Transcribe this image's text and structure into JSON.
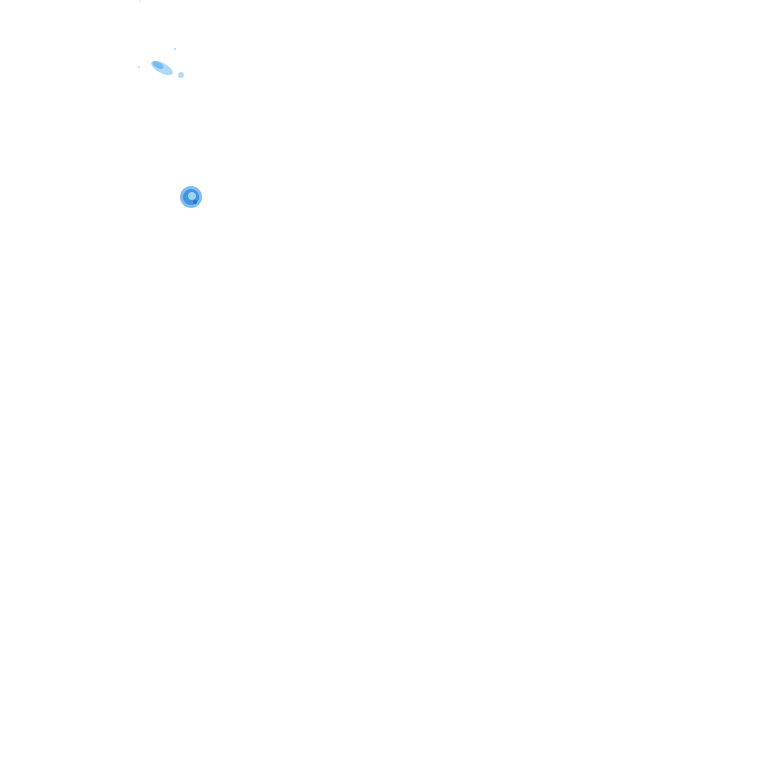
{
  "map": {
    "layer": "precipitation-radar-overlay",
    "background_color": "#ffffff",
    "palette": {
      "light": "#a8d4f8",
      "medium": "#6fb6f2",
      "strong": "#3f8fdb",
      "core": "#2a6fc0"
    },
    "features": [
      {
        "name": "precip-cell-upper-left",
        "intensity": "light"
      },
      {
        "name": "precip-cell-center",
        "intensity": "medium"
      }
    ]
  }
}
